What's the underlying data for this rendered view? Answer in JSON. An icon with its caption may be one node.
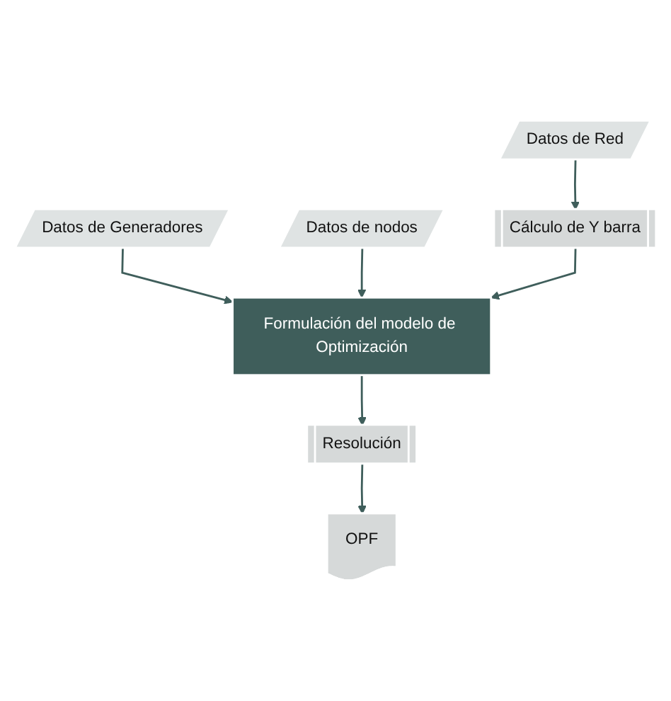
{
  "diagram": {
    "nodes": [
      {
        "text": [
          "Datos de Generadores"
        ]
      },
      {
        "text": [
          "Datos de nodos"
        ]
      },
      {
        "text": [
          "Datos de Red"
        ]
      },
      {
        "text": [
          "Cálculo de Y barra"
        ]
      },
      {
        "text": [
          "Formulación del modelo de Optimización"
        ]
      },
      {
        "text": [
          "Resolución"
        ]
      },
      {
        "text": [
          "OPF"
        ]
      }
    ],
    "edges": [
      {
        "from": 0,
        "to": 4,
        "arrow": "to"
      },
      {
        "from": 1,
        "to": 4,
        "arrow": "to"
      },
      {
        "from": 2,
        "to": 3,
        "arrow": "to"
      },
      {
        "from": 3,
        "to": 4,
        "arrow": "to"
      },
      {
        "from": 4,
        "to": 5,
        "arrow": "to"
      },
      {
        "from": 5,
        "to": 6,
        "arrow": "to"
      }
    ]
  }
}
